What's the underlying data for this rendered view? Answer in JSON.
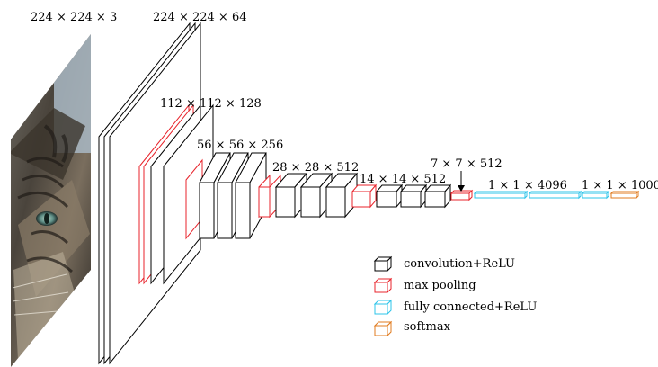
{
  "dimension_labels": {
    "input": "224 × 224 × 3",
    "conv1": "224 × 224 × 64",
    "conv2": "112 × 112 × 128",
    "conv3": "56 × 56 × 256",
    "conv4": "28 × 28 × 512",
    "conv5": "14 × 14 × 512",
    "pool5": "7 × 7 × 512",
    "fc": "1 × 1 × 4096",
    "softmax": "1 × 1 × 1000"
  },
  "legend": [
    {
      "label": "convolution+ReLU",
      "color": "#000000"
    },
    {
      "label": "max pooling",
      "color": "#e8232b"
    },
    {
      "label": "fully connected+ReLU",
      "color": "#2ec4ea"
    },
    {
      "label": "softmax",
      "color": "#e07b1f"
    }
  ],
  "colors": {
    "conv": "#000000",
    "pool": "#e8232b",
    "fc": "#2ec4ea",
    "softmax": "#e07b1f"
  },
  "input_image": "cat-photo"
}
